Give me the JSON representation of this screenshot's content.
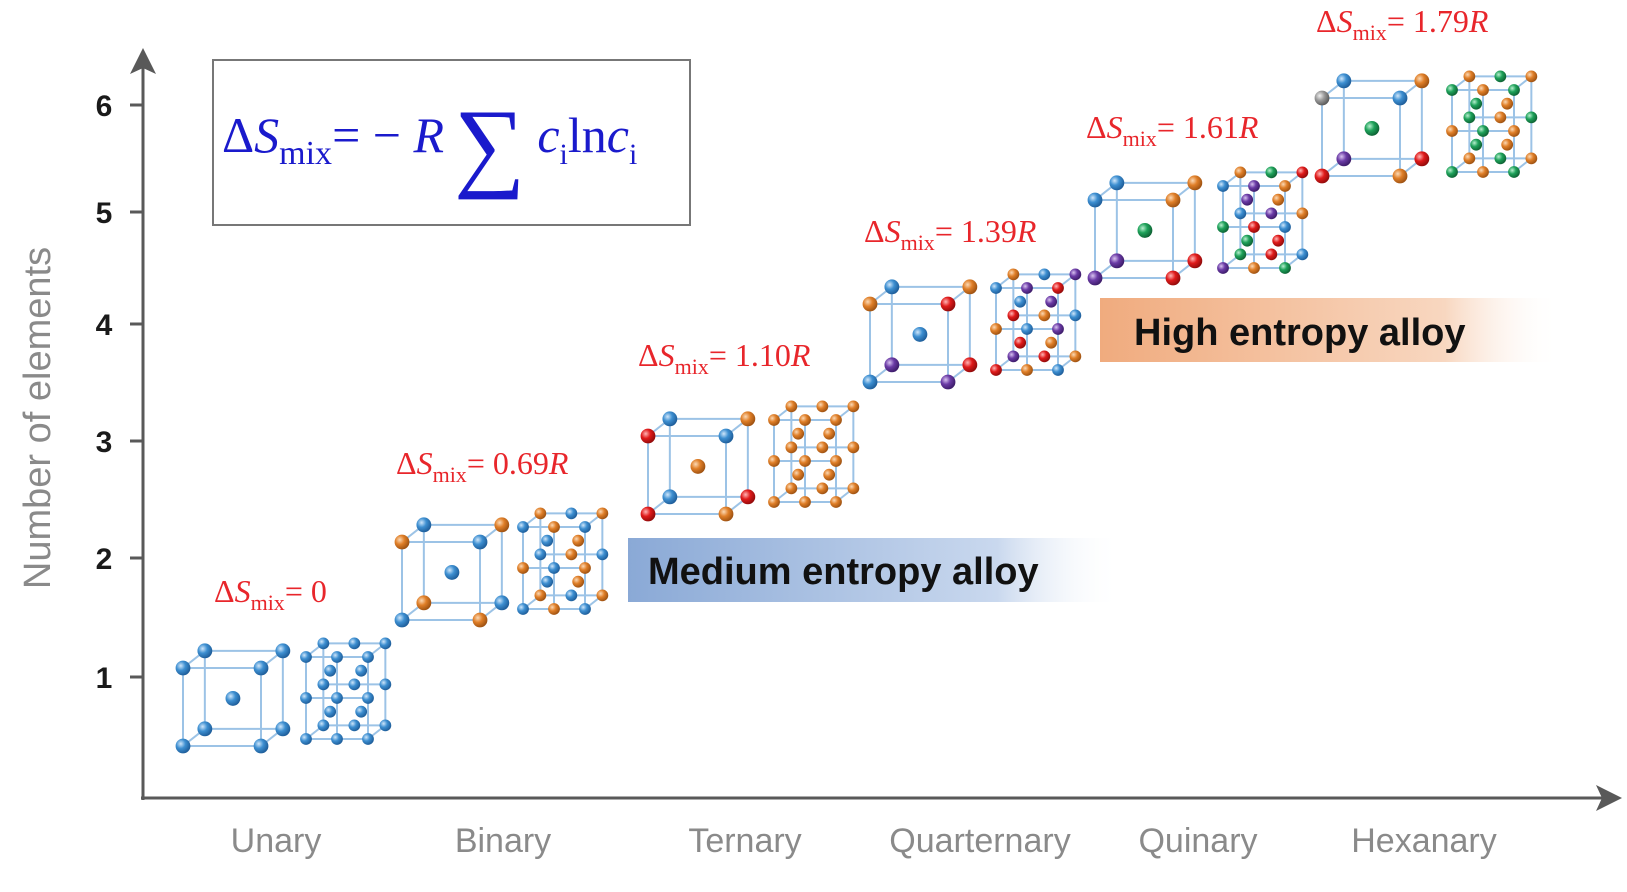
{
  "ylabel": "Number of elements",
  "yticks": [
    "1",
    "2",
    "3",
    "4",
    "5",
    "6"
  ],
  "categories": [
    "Unary",
    "Binary",
    "Ternary",
    "Quarternary",
    "Quinary",
    "Hexanary"
  ],
  "formula": {
    "delta": "Δ",
    "S": "S",
    "sub": "mix",
    "eq": "= − ",
    "R": "R",
    "sum": "∑",
    "c1": "c",
    "i1": "i",
    "ln": "ln",
    "c2": "c",
    "i2": "i"
  },
  "entropy_labels": [
    {
      "delta": "Δ",
      "S": "S",
      "sub": "mix",
      "value": "= 0",
      "R": ""
    },
    {
      "delta": "Δ",
      "S": "S",
      "sub": "mix",
      "value": "= 0.69",
      "R": "R"
    },
    {
      "delta": "Δ",
      "S": "S",
      "sub": "mix",
      "value": "= 1.10",
      "R": "R"
    },
    {
      "delta": "Δ",
      "S": "S",
      "sub": "mix",
      "value": "= 1.39",
      "R": "R"
    },
    {
      "delta": "Δ",
      "S": "S",
      "sub": "mix",
      "value": "= 1.61",
      "R": "R"
    },
    {
      "delta": "Δ",
      "S": "S",
      "sub": "mix",
      "value": "= 1.79",
      "R": "R"
    }
  ],
  "bands": {
    "medium": "Medium entropy alloy",
    "high": "High entropy alloy"
  },
  "colors": {
    "axis": "#595959",
    "label_gray": "#8a8a8a",
    "tick_text": "#1a1a1a",
    "formula": "#1a1acc",
    "entropy_red": "#e8262b",
    "atom_blue": "#3d8fd1",
    "atom_orange": "#e07f28",
    "atom_red": "#e01b1b",
    "atom_purple": "#6b3ba6",
    "atom_green": "#1ea25a",
    "atom_gray": "#9a9a9a",
    "medium_band": "#8fb0dc",
    "high_band": "#f2b48c"
  },
  "crystal_elements": [
    1,
    2,
    3,
    4,
    5,
    6
  ]
}
